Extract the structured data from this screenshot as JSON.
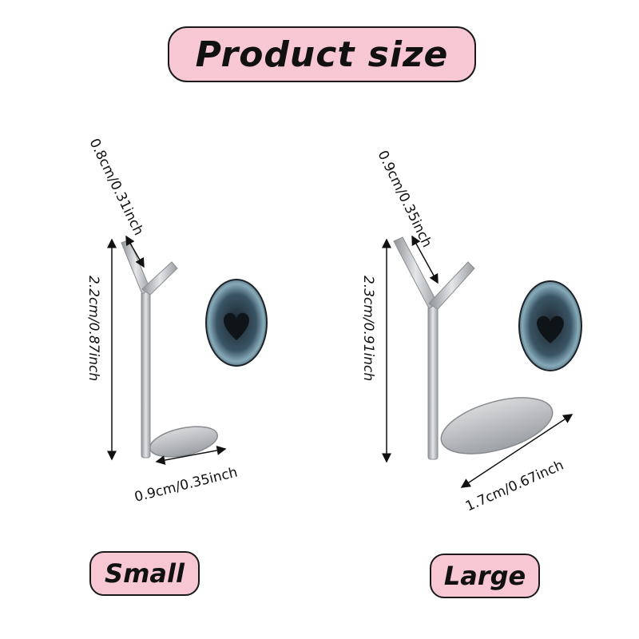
{
  "title": "Product size",
  "small": {
    "label": "Small",
    "top_width": "0.8cm/0.31inch",
    "height": "2.2cm/0.87inch",
    "base_width": "0.9cm/0.35inch"
  },
  "large": {
    "label": "Large",
    "top_width": "0.9cm/0.35inch",
    "height": "2.3cm/0.91inch",
    "base_width": "1.7cm/0.67inch"
  },
  "colors": {
    "pill_background": "#f7c7d4",
    "pill_border": "#1a1a1a",
    "stand_metal": "#c8cacd",
    "nail_dark": "#1e2a33",
    "nail_shimmer": "#7fa4b2"
  }
}
